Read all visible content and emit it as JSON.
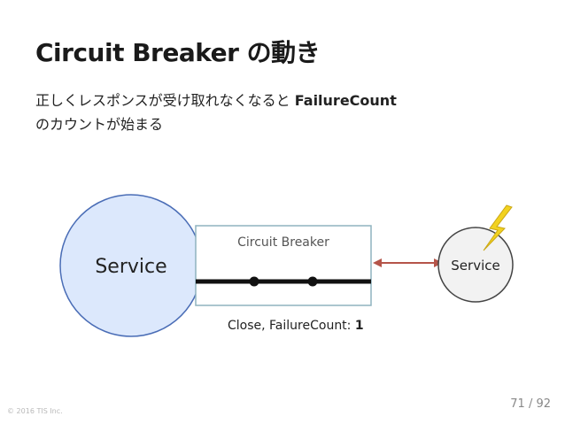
{
  "slide": {
    "title": "Circuit Breaker の動き",
    "body_line1_prefix": "正しくレスポンスが受け取れなくなると ",
    "body_line1_bold": "FailureCount",
    "body_line2": "のカウントが始まる"
  },
  "diagram": {
    "service_left_label": "Service",
    "breaker_label": "Circuit Breaker",
    "service_right_label": "Service",
    "status_prefix": "Close, FailureCount: ",
    "status_count": "1"
  },
  "footer": {
    "copyright": "© 2016 TIS Inc.",
    "page": "71 / 92"
  },
  "colors": {
    "service_left_fill": "#dce8fc",
    "service_left_stroke": "#4a6db6",
    "breaker_border": "#8fb3bf",
    "arrow": "#b5554a",
    "service_right_fill": "#f2f2f2",
    "lightning": "#f2d21f"
  }
}
